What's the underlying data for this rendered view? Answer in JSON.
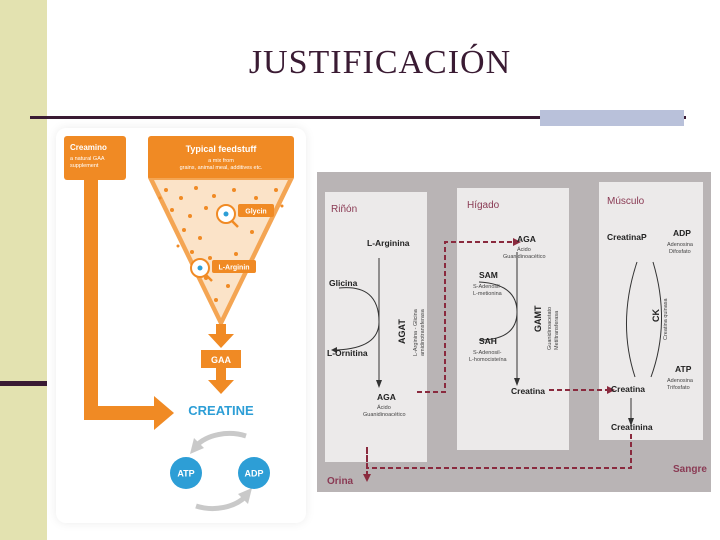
{
  "slide": {
    "title": "JUSTIFICACIÓN"
  },
  "left_diagram": {
    "creamino": {
      "name": "Creamino",
      "desc": [
        "a natural GAA",
        "supplement"
      ]
    },
    "feed": {
      "title": "Typical feedstuff",
      "desc": [
        "a mix from",
        "grains, animal meal, additives etc."
      ]
    },
    "glycin": "Glycin",
    "arginin": "L-Arginin",
    "gaa": "GAA",
    "creatine": "CREATINE",
    "atp": "ATP",
    "adp": "ADP",
    "colors": {
      "orange": "#f08a24",
      "blue": "#2d9ed6",
      "grey": "#c9c9c9"
    }
  },
  "right_diagram": {
    "rinon": {
      "header": "Riñón",
      "arginina": "L-Arginina",
      "glicina": "Glicina",
      "ornitina": "L-Ornitina",
      "agat": "AGAT",
      "agat_desc": [
        "L-Arginina - Glicina",
        "amidinotransferasa"
      ],
      "aga": "AGA",
      "aga_desc": [
        "Ácido",
        "Guanidinoacético"
      ]
    },
    "higado": {
      "header": "Hígado",
      "aga": "AGA",
      "aga_desc": [
        "Ácido",
        "Guanidinoacético"
      ],
      "sam": "SAM",
      "sam_desc": [
        "S-Adenosil-",
        "L-metionina"
      ],
      "sah": "SAH",
      "sah_desc": [
        "S-Adenosil-",
        "L-homocisteína"
      ],
      "gamt": "GAMT",
      "gamt_desc": [
        "Guanidinoacetato",
        "Metiltransferasa"
      ],
      "creatina": "Creatina"
    },
    "musculo": {
      "header": "Músculo",
      "creatinap": "CreatinaP",
      "adp": "ADP",
      "adp_desc": [
        "Adenosina",
        "Difosfato"
      ],
      "ck": "CK",
      "ck_desc": "Creatina quinasa",
      "atp": "ATP",
      "atp_desc": [
        "Adenosina",
        "Trifosfato"
      ],
      "creatina": "Creatina",
      "creatinina": "Creatinina"
    },
    "orina": "Orina",
    "sangre": "Sangre"
  }
}
